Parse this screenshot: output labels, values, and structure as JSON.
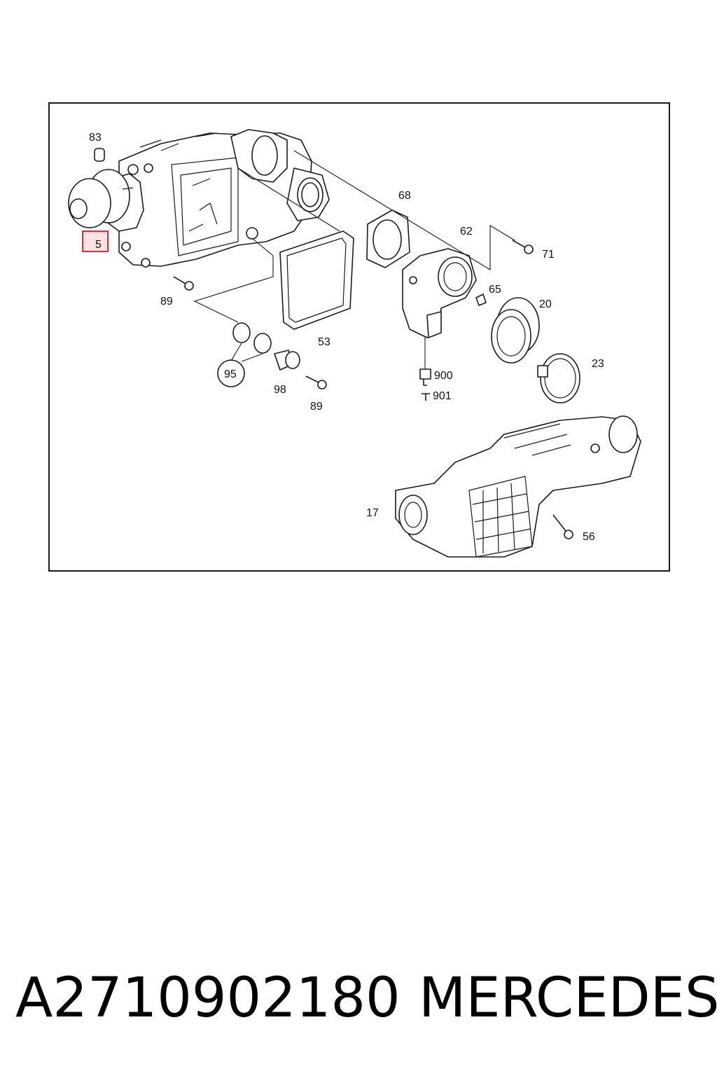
{
  "diagram": {
    "callouts": [
      {
        "id": "c83",
        "text": "83"
      },
      {
        "id": "c5",
        "text": "5"
      },
      {
        "id": "c89a",
        "text": "89"
      },
      {
        "id": "c95",
        "text": "95"
      },
      {
        "id": "c98",
        "text": "98"
      },
      {
        "id": "c89b",
        "text": "89"
      },
      {
        "id": "c53",
        "text": "53"
      },
      {
        "id": "c68",
        "text": "68"
      },
      {
        "id": "c62",
        "text": "62"
      },
      {
        "id": "c71",
        "text": "71"
      },
      {
        "id": "c65",
        "text": "65"
      },
      {
        "id": "c20",
        "text": "20"
      },
      {
        "id": "c23",
        "text": "23"
      },
      {
        "id": "c900",
        "text": "900"
      },
      {
        "id": "c901",
        "text": "901"
      },
      {
        "id": "c17",
        "text": "17"
      },
      {
        "id": "c56",
        "text": "56"
      }
    ],
    "highlight_color": "#d9303a",
    "highlight_fill": "#fbe3e4"
  },
  "footer": {
    "part_number": "A2710902180",
    "brand": "MERCEDES"
  }
}
